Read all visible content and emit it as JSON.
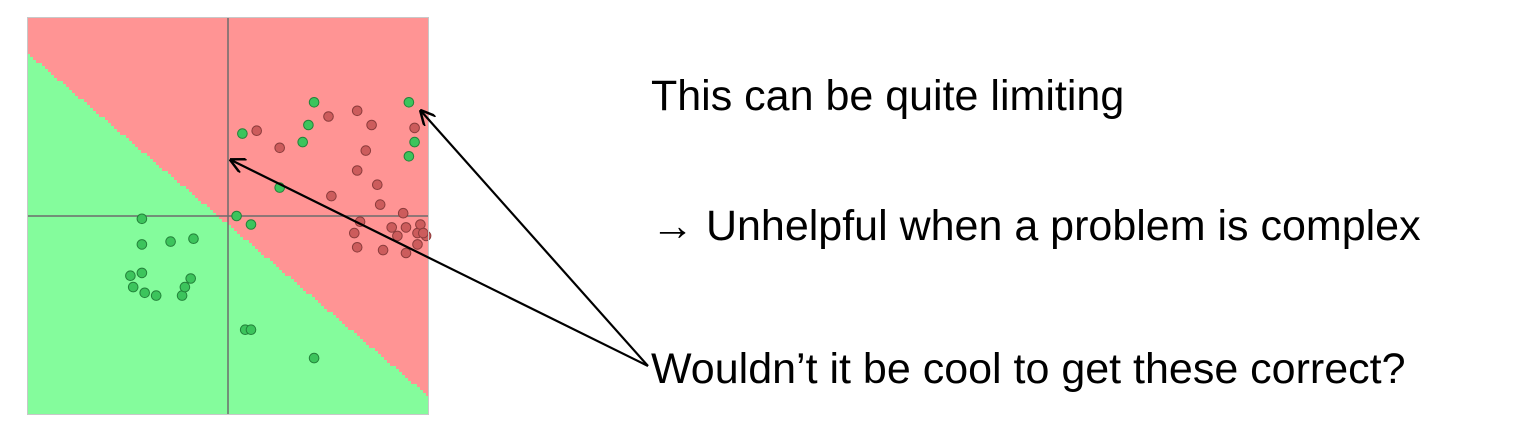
{
  "text": {
    "line1": "This can be quite limiting",
    "line2": "→ Unhelpful when a problem is complex",
    "line3": "Wouldn’t it be cool to get these correct?"
  },
  "colors": {
    "region_red": "#ff9494",
    "region_green": "#84fc9c",
    "point_red": "#cc5c5c",
    "point_green": "#3cc45c",
    "axis": "#6c6c6c"
  },
  "points": {
    "red": [
      [
        1,
        3.0
      ],
      [
        3.5,
        3.5
      ],
      [
        4.5,
        3.7
      ],
      [
        5,
        3.2
      ],
      [
        4.8,
        2.3
      ],
      [
        6.5,
        3.1
      ],
      [
        1.8,
        2.4
      ],
      [
        5.2,
        1.1
      ],
      [
        4.5,
        1.6
      ],
      [
        3.6,
        0.7
      ],
      [
        5.3,
        0.4
      ],
      [
        4.6,
        -0.2
      ],
      [
        6.1,
        0.1
      ],
      [
        4.4,
        -0.6
      ],
      [
        4.5,
        -1.1
      ],
      [
        5.4,
        -1.2
      ],
      [
        6.2,
        -1.3
      ],
      [
        6.6,
        -1.0
      ],
      [
        6.9,
        -0.7
      ],
      [
        6.2,
        -0.4
      ],
      [
        6.6,
        -0.6
      ],
      [
        5.9,
        -0.7
      ],
      [
        6.7,
        -0.3
      ],
      [
        6.8,
        -0.6
      ],
      [
        5.7,
        -0.4
      ]
    ],
    "green": [
      [
        3.0,
        4.0
      ],
      [
        6.3,
        4.0
      ],
      [
        2.8,
        3.2
      ],
      [
        0.5,
        2.9
      ],
      [
        2.6,
        2.6
      ],
      [
        6.5,
        2.6
      ],
      [
        6.3,
        2.1
      ],
      [
        1.8,
        1.0
      ],
      [
        0.3,
        0.0
      ],
      [
        0.8,
        -0.3
      ],
      [
        -3.0,
        -0.1
      ],
      [
        -2.0,
        -0.9
      ],
      [
        -3.0,
        -1.0
      ],
      [
        -1.2,
        -0.8
      ],
      [
        -3.0,
        -2.0
      ],
      [
        -3.4,
        -2.1
      ],
      [
        -3.3,
        -2.5
      ],
      [
        -2.9,
        -2.7
      ],
      [
        -2.5,
        -2.8
      ],
      [
        -1.6,
        -2.8
      ],
      [
        -1.5,
        -2.5
      ],
      [
        -1.3,
        -2.2
      ],
      [
        0.6,
        -4.0
      ],
      [
        0.8,
        -4.0
      ],
      [
        3.0,
        -5.0
      ]
    ]
  }
}
